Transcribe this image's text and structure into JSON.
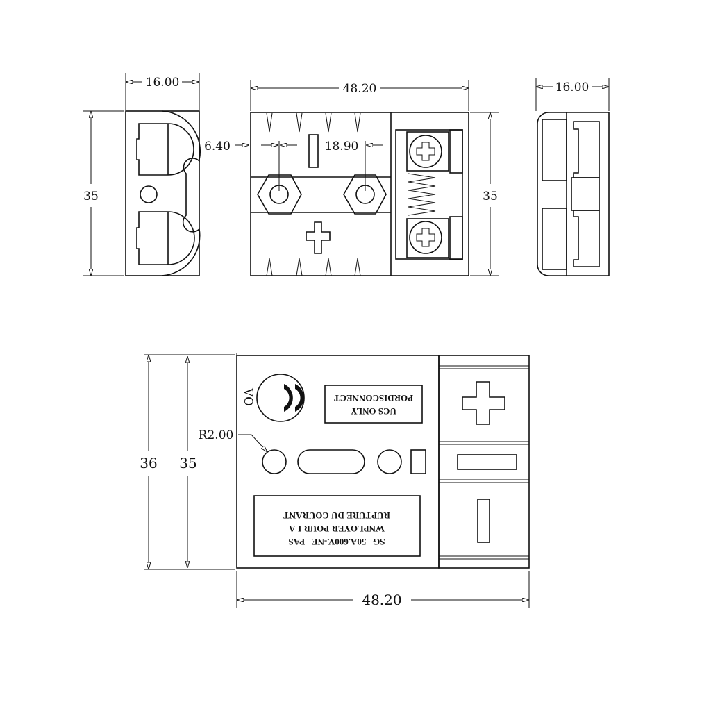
{
  "drawing": {
    "left_view": {
      "width_dim": "16.00",
      "height_dim": "35"
    },
    "front_view": {
      "width_dim": "48.20",
      "offset_dim": "6.40",
      "pitch_dim": "18.90",
      "height_dim": "35"
    },
    "right_view": {
      "width_dim": "16.00"
    },
    "top_view": {
      "outer_height_dim": "36",
      "inner_height_dim": "35",
      "radius_dim": "R2.00",
      "width_dim": "48.20",
      "mark_vo": "VO",
      "ce_mark": "CE",
      "label_small": [
        "PORDISCONNECT",
        "UCS ONLY"
      ],
      "label_large": [
        "SG   50A.600V.-NE   PAS",
        "WNPLOYER POUR LA",
        "RUPTURE DU COURANT"
      ]
    }
  }
}
